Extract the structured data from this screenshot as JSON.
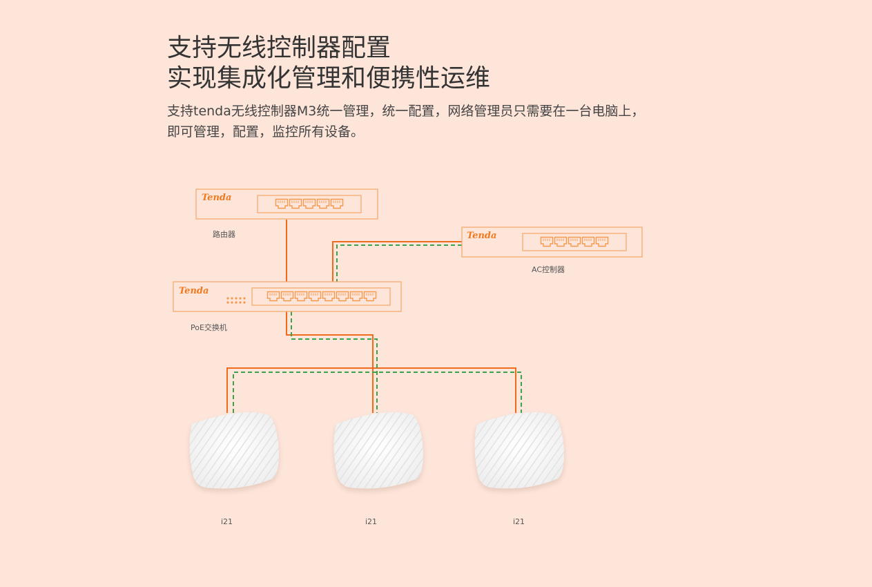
{
  "heading": {
    "line1": "支持无线控制器配置",
    "line2": "实现集成化管理和便携性运维"
  },
  "description": "支持tenda无线控制器M3统一管理，统一配置，网络管理员只需要在一台电脑上，即可管理，配置，监控所有设备。",
  "diagram": {
    "brand": "Tenda",
    "router_label": "路由器",
    "ac_label": "AC控制器",
    "switch_label": "PoE交换机",
    "ap_labels": [
      "i21",
      "i21",
      "i21"
    ],
    "colors": {
      "power_line": "#f06a1e",
      "data_line": "#3aa24a",
      "device_border": "#f6a86e",
      "port": "#f39a4f"
    },
    "icons": [
      "router-icon",
      "ac-controller-icon",
      "poe-switch-icon",
      "access-point-icon"
    ]
  }
}
